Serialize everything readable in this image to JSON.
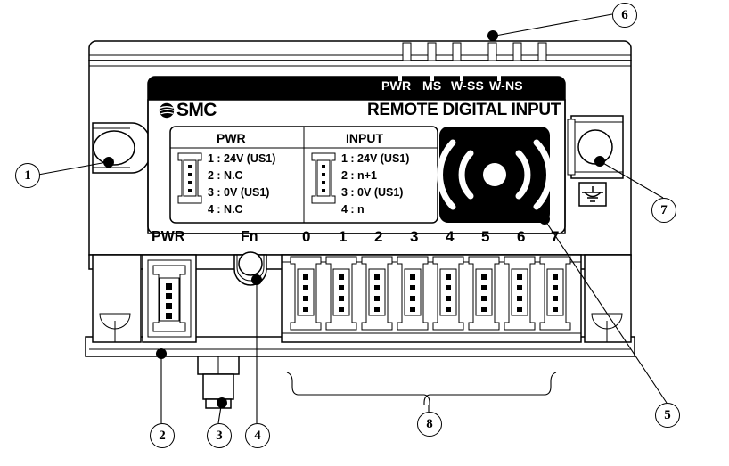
{
  "diagram": {
    "title": "REMOTE DIGITAL INPUT",
    "brand": "SMC",
    "type": "technical-line-drawing"
  },
  "faceplate": {
    "product_title": "REMOTE DIGITAL INPUT",
    "brand_text": "SMC",
    "status_leds": [
      {
        "label": "PWR"
      },
      {
        "label": "MS"
      },
      {
        "label": "W-SS"
      },
      {
        "label": "W-NS"
      }
    ],
    "connector_tables": [
      {
        "header": "PWR",
        "pins": [
          "1 : 24V (US1)",
          "2 : N.C",
          "3 : 0V (US1)",
          "4 : N.C"
        ]
      },
      {
        "header": "INPUT",
        "pins": [
          "1 : 24V (US1)",
          "2 : n+1",
          "3 : 0V (US1)",
          "4 : n"
        ]
      }
    ],
    "wireless_icon": "wireless-signal-icon",
    "port_labels": [
      "PWR",
      "Fn",
      "0",
      "1",
      "2",
      "3",
      "4",
      "5",
      "6",
      "7"
    ]
  },
  "symbols": {
    "earth_ground": "functional-earth-icon"
  },
  "callouts": [
    {
      "id": "1",
      "number": "1",
      "target": "left-mounting-hole"
    },
    {
      "id": "2",
      "number": "2",
      "target": "power-connector-housing"
    },
    {
      "id": "3",
      "number": "3",
      "target": "cable-gland-fitting"
    },
    {
      "id": "4",
      "number": "4",
      "target": "function-button"
    },
    {
      "id": "5",
      "number": "5",
      "target": "wireless-antenna-window"
    },
    {
      "id": "6",
      "number": "6",
      "target": "top-led-window"
    },
    {
      "id": "7",
      "number": "7",
      "target": "right-mounting-hole"
    },
    {
      "id": "8",
      "number": "8",
      "target": "input-connector-bank"
    }
  ],
  "colors": {
    "line": "#000000",
    "fill": "#ffffff",
    "panel": "#000000",
    "panel_text": "#ffffff"
  }
}
